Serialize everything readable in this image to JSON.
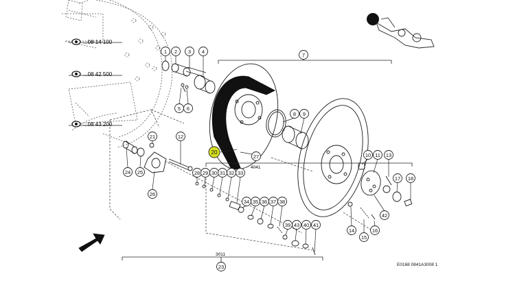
{
  "diagram": {
    "footer_code": "E0168 0841A3008 1",
    "eye_refs": [
      "...08 14 100",
      "...08 42 500",
      "...08 43 200"
    ],
    "bracket_labels": {
      "b4041": "4041",
      "b3011": "3011"
    },
    "highlight_callout": "20",
    "callouts": [
      "1",
      "2",
      "3",
      "4",
      "5",
      "6",
      "7",
      "8",
      "9",
      "10",
      "11",
      "12",
      "13",
      "14",
      "15",
      "16",
      "17",
      "18",
      "21",
      "23",
      "24",
      "25",
      "26",
      "27",
      "28",
      "29",
      "30",
      "31",
      "32",
      "33",
      "34",
      "35",
      "36",
      "37",
      "38",
      "39",
      "40",
      "41",
      "42",
      "43",
      "2",
      "35"
    ],
    "colors": {
      "line": "#1a1a1a",
      "highlight": "#d6e021",
      "hatch": "#444444"
    }
  }
}
